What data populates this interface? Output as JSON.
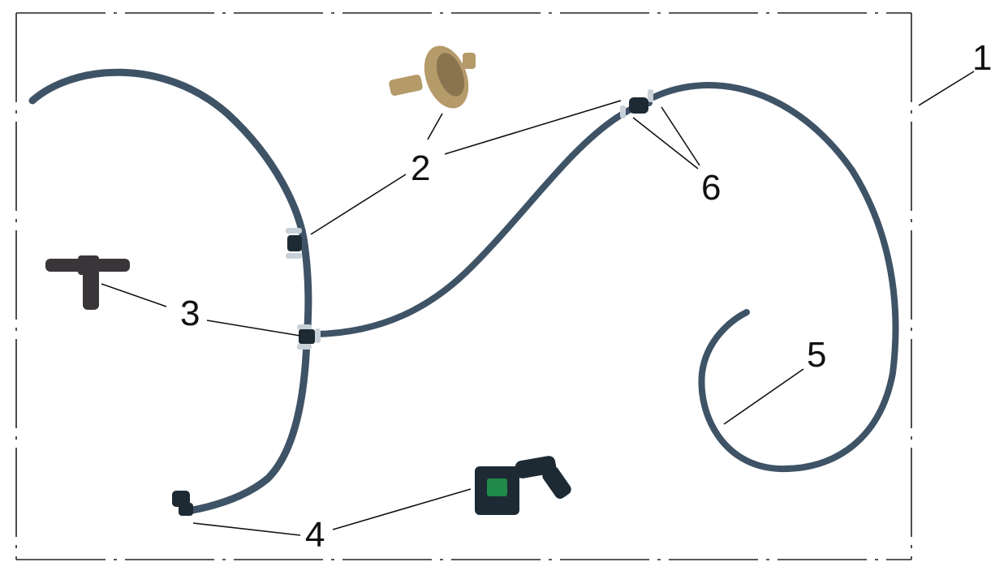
{
  "callouts": [
    {
      "id": "1",
      "label": "1"
    },
    {
      "id": "2",
      "label": "2"
    },
    {
      "id": "3",
      "label": "3"
    },
    {
      "id": "4",
      "label": "4"
    },
    {
      "id": "5",
      "label": "5"
    },
    {
      "id": "6",
      "label": "6"
    }
  ],
  "colors": {
    "hose": "#3f5366",
    "hose_highlight": "#6c8197",
    "clamp": "#c9d1d8",
    "connector_body": "#1e2a33",
    "connector_window": "#1f8a4a",
    "filter_metal": "#b59a6a",
    "tee_fitting": "#3a3538",
    "line": "#111111"
  },
  "parts": {
    "filter": "filter-icon",
    "tee": "tee-fitting-icon",
    "quick_connector": "quick-connector-icon",
    "hose_clamp": "hose-clamp-icon"
  }
}
